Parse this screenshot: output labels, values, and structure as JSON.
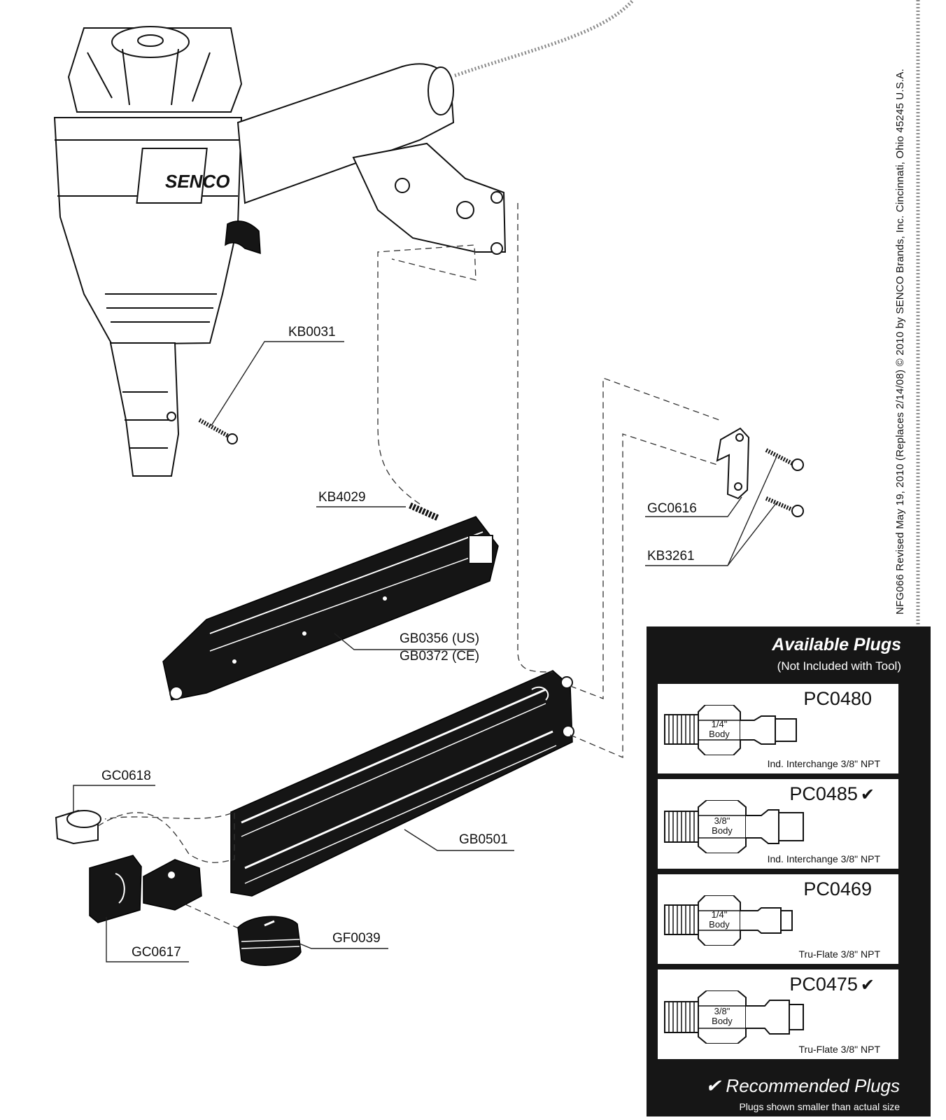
{
  "parts": [
    {
      "id": "KB0031",
      "label": "KB0031"
    },
    {
      "id": "KB4029",
      "label": "KB4029"
    },
    {
      "id": "GB0356",
      "label": "GB0356 (US)"
    },
    {
      "id": "GB0372",
      "label": "GB0372 (CE)"
    },
    {
      "id": "GC0616",
      "label": "GC0616"
    },
    {
      "id": "KB3261",
      "label": "KB3261"
    },
    {
      "id": "GC0618",
      "label": "GC0618"
    },
    {
      "id": "GB0501",
      "label": "GB0501"
    },
    {
      "id": "GC0617",
      "label": "GC0617"
    },
    {
      "id": "GF0039",
      "label": "GF0039"
    }
  ],
  "brand": "SENCO",
  "side_note": "NFG066  Revised May 19, 2010 (Replaces 2/14/08) © 2010 by SENCO Brands, Inc.  Cincinnati, Ohio 45245  U.S.A.",
  "plugs_panel": {
    "title": "Available Plugs",
    "subtitle": "(Not Included with Tool)",
    "plugs": [
      {
        "code": "PC0480",
        "check": "",
        "body": [
          "1/4\"",
          "Body"
        ],
        "desc": "Ind. Interchange 3/8\" NPT"
      },
      {
        "code": "PC0485",
        "check": "✔",
        "body": [
          "3/8\"",
          "Body"
        ],
        "desc": "Ind. Interchange 3/8\" NPT"
      },
      {
        "code": "PC0469",
        "check": "",
        "body": [
          "1/4\"",
          "Body"
        ],
        "desc": "Tru-Flate 3/8\" NPT"
      },
      {
        "code": "PC0475",
        "check": "✔",
        "body": [
          "3/8\"",
          "Body"
        ],
        "desc": "Tru-Flate 3/8\" NPT"
      }
    ],
    "recommended_label": "✔ Recommended Plugs",
    "footnote": "Plugs shown smaller than actual size"
  }
}
